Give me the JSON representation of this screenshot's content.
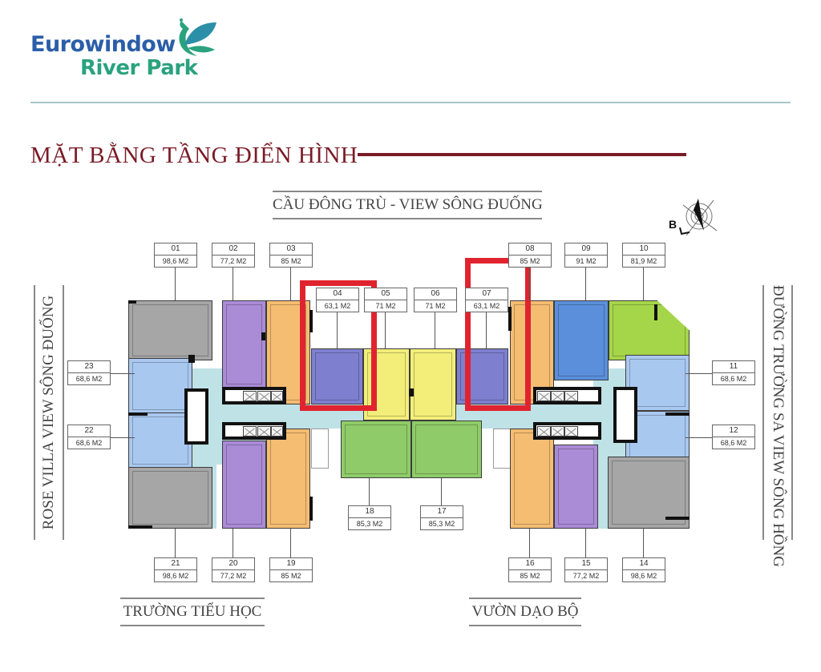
{
  "brand": {
    "line1": "Eurowindow",
    "line2": "River Park",
    "logo_icon": "peacock-leaf-icon",
    "colors": {
      "primary_blue": "#2b5ea8",
      "primary_green": "#2aa27d"
    }
  },
  "page": {
    "title": "MẶT BẰNG TẦNG ĐIỂN HÌNH",
    "title_color": "#7a1b26"
  },
  "directions": {
    "top": "CẦU ĐÔNG TRÙ - VIEW SÔNG ĐUỐNG",
    "left": "ROSE VILLA VIEW SÔNG ĐUỐNG",
    "right": "ĐƯỜNG TRƯỜNG SA VIEW SÔNG HỒNG",
    "bottom_left": "TRƯỜNG TIỂU HỌC",
    "bottom_right": "VƯỜN DẠO BỘ"
  },
  "compass": {
    "label": "B",
    "icon": "north-compass-icon"
  },
  "highlight_color": "#e0242f",
  "units": [
    {
      "id": "01",
      "area": "98,6 M2",
      "color": "#a6a6a6"
    },
    {
      "id": "02",
      "area": "77,2 M2",
      "color": "#a98bd6"
    },
    {
      "id": "03",
      "area": "85 M2",
      "color": "#f5bd72"
    },
    {
      "id": "04",
      "area": "63,1 M2",
      "color": "#7f7fd0",
      "highlighted": true
    },
    {
      "id": "05",
      "area": "71 M2",
      "color": "#f3ee7a"
    },
    {
      "id": "06",
      "area": "71 M2",
      "color": "#f3ee7a"
    },
    {
      "id": "07",
      "area": "63,1 M2",
      "color": "#7f7fd0",
      "highlighted": true
    },
    {
      "id": "08",
      "area": "85 M2",
      "color": "#f5bd72"
    },
    {
      "id": "09",
      "area": "91 M2",
      "color": "#5b8fdb"
    },
    {
      "id": "10",
      "area": "81,9 M2",
      "color": "#a5d64a"
    },
    {
      "id": "11",
      "area": "68,6 M2",
      "color": "#a9c8ef"
    },
    {
      "id": "12",
      "area": "68,6 M2",
      "color": "#a9c8ef"
    },
    {
      "id": "14",
      "area": "98,6 M2",
      "color": "#a6a6a6"
    },
    {
      "id": "15",
      "area": "77,2 M2",
      "color": "#a98bd6"
    },
    {
      "id": "16",
      "area": "85 M2",
      "color": "#f5bd72"
    },
    {
      "id": "17",
      "area": "85,3 M2",
      "color": "#8fcb68"
    },
    {
      "id": "18",
      "area": "85,3 M2",
      "color": "#8fcb68"
    },
    {
      "id": "19",
      "area": "85 M2",
      "color": "#f5bd72"
    },
    {
      "id": "20",
      "area": "77,2 M2",
      "color": "#a98bd6"
    },
    {
      "id": "21",
      "area": "98,6 M2",
      "color": "#a6a6a6"
    },
    {
      "id": "22",
      "area": "68,6 M2",
      "color": "#a9c8ef"
    },
    {
      "id": "23",
      "area": "68,6 M2",
      "color": "#a9c8ef"
    }
  ]
}
